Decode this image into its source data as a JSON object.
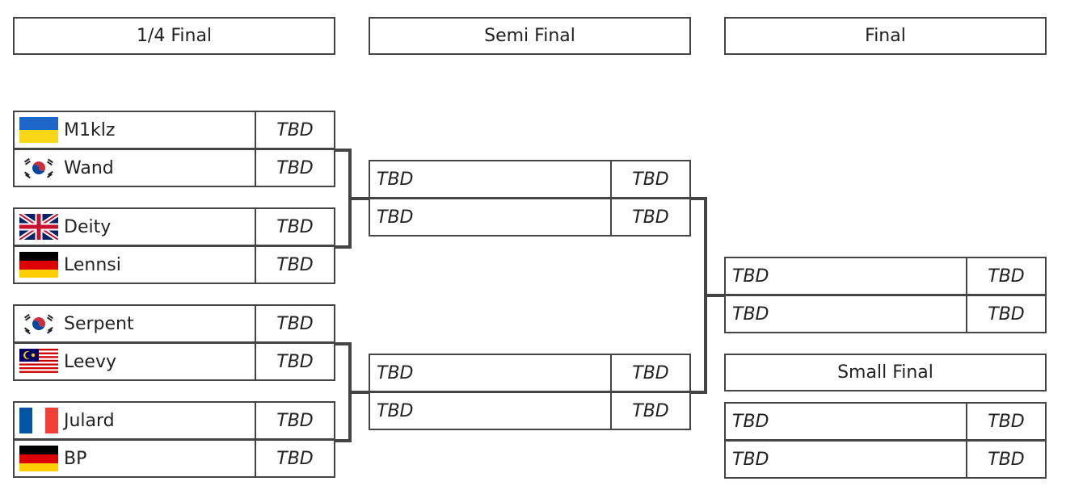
{
  "rounds": {
    "quarter": "1/4 Final",
    "semi": "Semi Final",
    "final": "Final",
    "small_final": "Small Final"
  },
  "quarter_matches": [
    {
      "p1": {
        "name": "M1klz",
        "flag": "ukraine-flag-icon",
        "score": "TBD"
      },
      "p2": {
        "name": "Wand",
        "flag": "south-korea-flag-icon",
        "score": "TBD"
      }
    },
    {
      "p1": {
        "name": "Deity",
        "flag": "united-kingdom-flag-icon",
        "score": "TBD"
      },
      "p2": {
        "name": "Lennsi",
        "flag": "germany-flag-icon",
        "score": "TBD"
      }
    },
    {
      "p1": {
        "name": "Serpent",
        "flag": "south-korea-flag-icon",
        "score": "TBD"
      },
      "p2": {
        "name": "Leevy",
        "flag": "malaysia-flag-icon",
        "score": "TBD"
      }
    },
    {
      "p1": {
        "name": "Julard",
        "flag": "france-flag-icon",
        "score": "TBD"
      },
      "p2": {
        "name": "BP",
        "flag": "germany-flag-icon",
        "score": "TBD"
      }
    }
  ],
  "semi_matches": [
    {
      "p1": {
        "name": "TBD",
        "score": "TBD"
      },
      "p2": {
        "name": "TBD",
        "score": "TBD"
      }
    },
    {
      "p1": {
        "name": "TBD",
        "score": "TBD"
      },
      "p2": {
        "name": "TBD",
        "score": "TBD"
      }
    }
  ],
  "final_match": {
    "p1": {
      "name": "TBD",
      "score": "TBD"
    },
    "p2": {
      "name": "TBD",
      "score": "TBD"
    }
  },
  "small_final_match": {
    "p1": {
      "name": "TBD",
      "score": "TBD"
    },
    "p2": {
      "name": "TBD",
      "score": "TBD"
    }
  }
}
